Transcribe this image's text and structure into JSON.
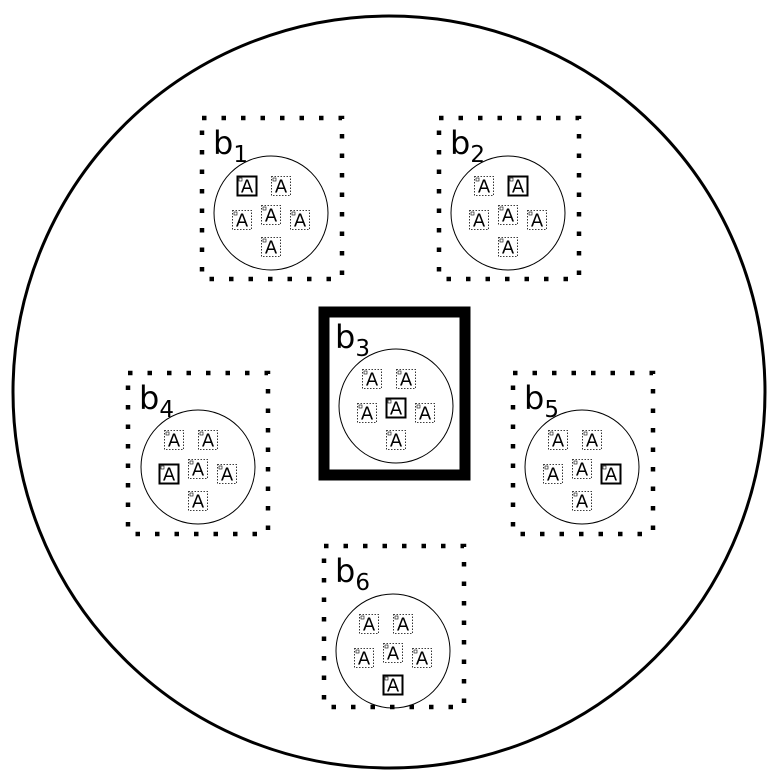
{
  "diagram": {
    "colors": {
      "stroke": "#000000",
      "background": "#ffffff"
    },
    "blocks": [
      {
        "base": "b",
        "sub": "1",
        "style": "dotted",
        "cluster": {
          "glyphs": [
            "A",
            "A",
            "A",
            "A",
            "A",
            "A"
          ],
          "highlighted": 0
        }
      },
      {
        "base": "b",
        "sub": "2",
        "style": "dotted",
        "cluster": {
          "glyphs": [
            "A",
            "A",
            "A",
            "A",
            "A",
            "A"
          ],
          "highlighted": 1
        }
      },
      {
        "base": "b",
        "sub": "3",
        "style": "bold",
        "cluster": {
          "glyphs": [
            "A",
            "A",
            "A",
            "A",
            "A",
            "A"
          ],
          "highlighted": 3
        }
      },
      {
        "base": "b",
        "sub": "4",
        "style": "dotted",
        "cluster": {
          "glyphs": [
            "A",
            "A",
            "A",
            "A",
            "A",
            "A"
          ],
          "highlighted": 2
        }
      },
      {
        "base": "b",
        "sub": "5",
        "style": "dotted",
        "cluster": {
          "glyphs": [
            "A",
            "A",
            "A",
            "A",
            "A",
            "A"
          ],
          "highlighted": 4
        }
      },
      {
        "base": "b",
        "sub": "6",
        "style": "dotted",
        "cluster": {
          "glyphs": [
            "A",
            "A",
            "A",
            "A",
            "A",
            "A"
          ],
          "highlighted": 5
        }
      }
    ]
  }
}
